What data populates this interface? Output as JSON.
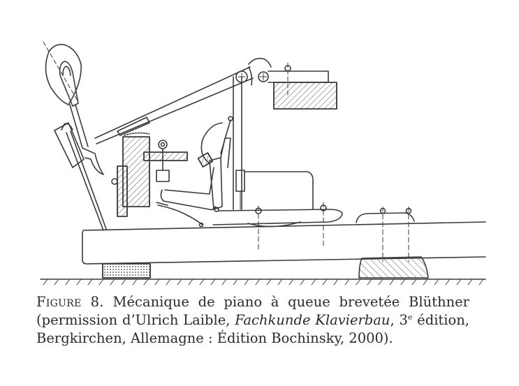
{
  "figure": {
    "description": "Line drawing of a Blüthner patented grand piano action mechanism",
    "colors": {
      "ink": "#3a3a3a",
      "paper": "#ffffff"
    }
  },
  "caption": {
    "label": "Figure 8.",
    "line1_rest": " Mécanique de piano à queue brevetée Blüthner",
    "line2_pre": "(permission d’Ulrich Laible, ",
    "book_title": "Fachkunde Klavierbau",
    "line2_mid": ", 3",
    "edition_sup": "e",
    "line2_post": " édition,",
    "line3": "Bergkirchen, Allemagne : Édition Bochinsky, 2000)."
  }
}
